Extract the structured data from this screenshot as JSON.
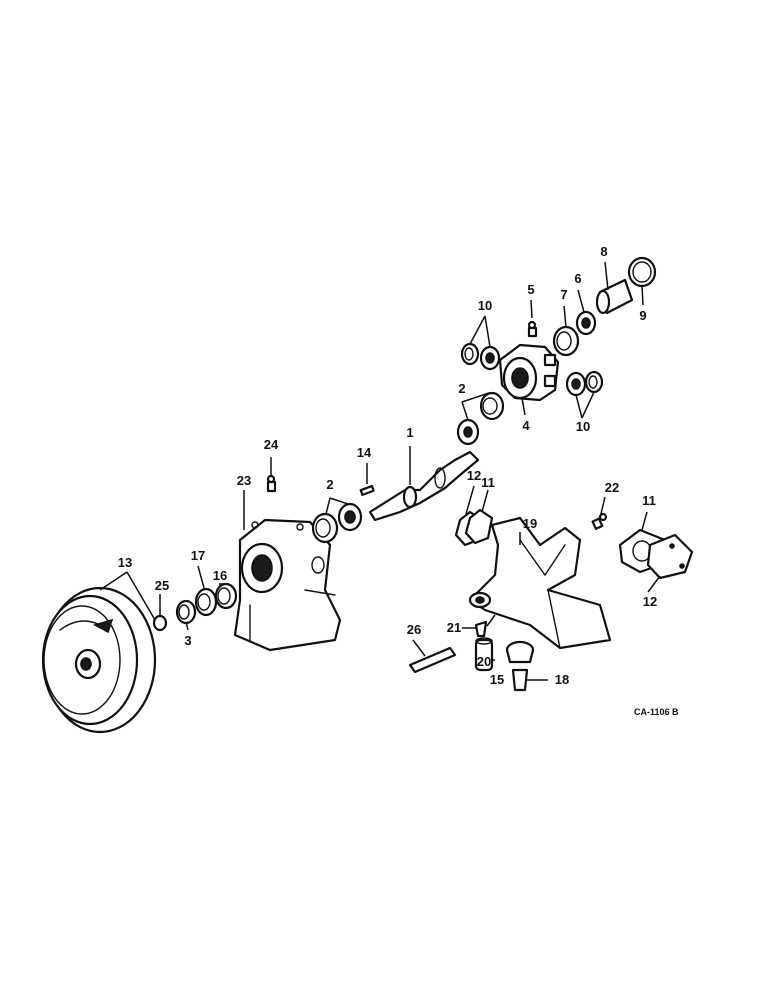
{
  "diagram": {
    "drawing_code": "CA-1106 B",
    "callouts": {
      "c1": "1",
      "c2a": "2",
      "c2b": "2",
      "c3": "3",
      "c4": "4",
      "c5": "5",
      "c6": "6",
      "c7": "7",
      "c8": "8",
      "c9": "9",
      "c10a": "10",
      "c10b": "10",
      "c11a": "11",
      "c11b": "11",
      "c12a": "12",
      "c12b": "12",
      "c13": "13",
      "c14": "14",
      "c15": "15",
      "c16": "16",
      "c17": "17",
      "c18": "18",
      "c19": "19",
      "c20": "20",
      "c21": "21",
      "c22": "22",
      "c23": "23",
      "c24": "24",
      "c25": "25",
      "c26": "26"
    }
  }
}
